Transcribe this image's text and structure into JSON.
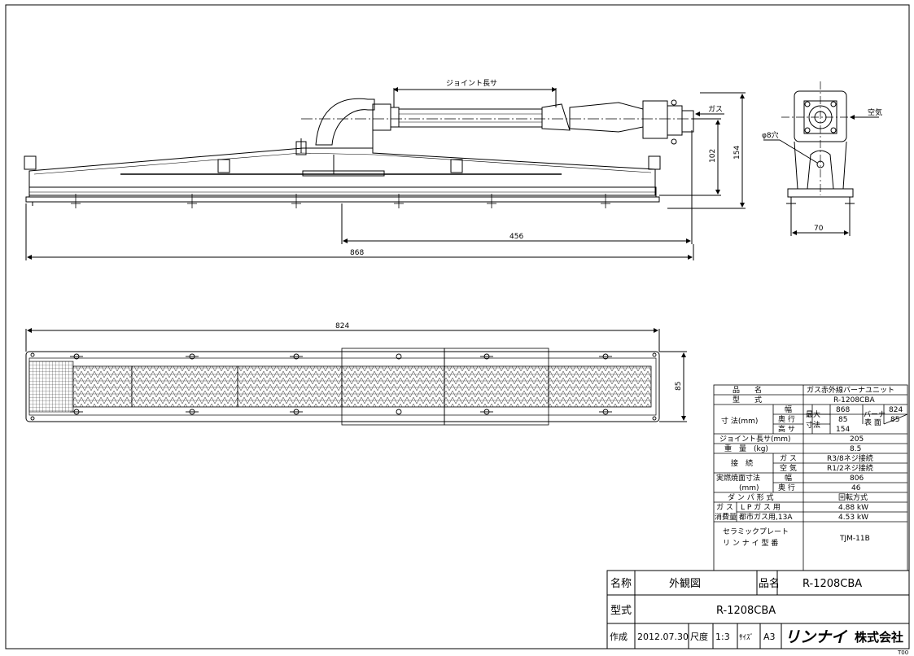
{
  "drawing": {
    "labels": {
      "joint_length": "ジョイント長サ",
      "gas": "ガス",
      "air": "空気",
      "hole": "φ8穴"
    },
    "dims": {
      "d102": "102",
      "d154": "154",
      "d456": "456",
      "d868": "868",
      "d70": "70",
      "d824": "824",
      "d85": "85"
    }
  },
  "spec": {
    "product_name_label": "品　　名",
    "product_name_value": "ガス赤外線バーナユニット",
    "model_label": "型　　式",
    "model_value": "R-1208CBA",
    "size_label": "寸 法(mm)",
    "width_label": "幅",
    "depth_label": "奥 行",
    "height_label": "高 サ",
    "max_label": "最大",
    "max_label2": "寸法",
    "max_width": "868",
    "max_depth": "85",
    "max_height": "154",
    "burner_label": "バーナ",
    "surface_label": "表 面",
    "burner_width": "824",
    "burner_depth": "85",
    "joint_label": "ジョイント長サ(mm)",
    "joint_value": "205",
    "weight_label": "重　量　(kg)",
    "weight_value": "8.5",
    "conn_label": "接　続",
    "conn_gas_label": "ガ ス",
    "conn_gas_value": "R3/8ネジ接続",
    "conn_air_label": "空 気",
    "conn_air_value": "R1/2ネジ接続",
    "combust_label": "実燃焼面寸法",
    "combust_label2": "(mm)",
    "combust_width_label": "幅",
    "combust_width_value": "806",
    "combust_depth_label": "奥 行",
    "combust_depth_value": "46",
    "damper_label": "ダ ン パ 形 式",
    "damper_value": "回転方式",
    "gas_label": "ガ ス",
    "consumption_label": "消費量",
    "lp_label": "L P ガ ス 用",
    "lp_value": "4.88 kW",
    "city_label": "都市ガス用,13A",
    "city_value": "4.53 kW",
    "ceramic_label": "セラミックプレート",
    "ceramic_label2": "リ ン ナ イ 型 番",
    "ceramic_value": "TJM-11B"
  },
  "title_block": {
    "name_label": "名称",
    "name_value": "外観図",
    "product_label": "品名",
    "product_value": "R-1208CBA",
    "model_label": "型式",
    "model_value": "R-1208CBA",
    "created_label": "作成",
    "created_value": "2012.07.30",
    "scale_label": "尺度",
    "scale_value": "1:3",
    "size_label": "ｻｲｽﾞ",
    "size_value": "A3",
    "company_logo": "リンナイ",
    "company_suffix": "株式会社",
    "sheet_code": "T00"
  }
}
